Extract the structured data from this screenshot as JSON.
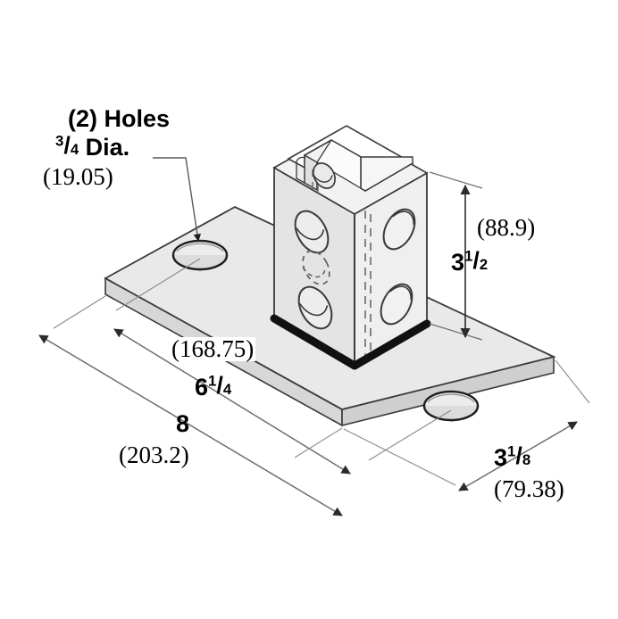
{
  "drawing": {
    "title": "Strut channel post base isometric dimension drawing",
    "background_color": "#ffffff",
    "line_color": "#3a3a3a",
    "fill_face_top": "#e9e9e9",
    "fill_face_left": "#e4e4e4",
    "fill_face_right": "#efefef",
    "weld_color": "#111111"
  },
  "annotations": {
    "hole_note": {
      "line1": "(2) Holes",
      "fraction_whole": "",
      "fraction_num": "3",
      "fraction_bar": "/",
      "fraction_den": "4",
      "line2_suffix": " Dia.",
      "metric": "(19.05)"
    },
    "height": {
      "metric": "(88.9)",
      "imperial_whole": "3",
      "imperial_num": "1",
      "imperial_bar": "/",
      "imperial_den": "2"
    },
    "hole_spacing": {
      "metric": "(168.75)",
      "imperial_whole": "6",
      "imperial_num": "1",
      "imperial_bar": "/",
      "imperial_den": "4"
    },
    "length": {
      "imperial": "8",
      "metric": "(203.2)"
    },
    "width": {
      "imperial_whole": "3",
      "imperial_num": "1",
      "imperial_bar": "/",
      "imperial_den": "8",
      "metric": "(79.38)"
    }
  },
  "parts": {
    "base_plate": "base-plate",
    "channel_post": "channel-post",
    "weld_seam": "weld-seam",
    "plate_hole_left": "plate-hole-left",
    "plate_hole_right": "plate-hole-right",
    "channel_holes_left_face": 2,
    "channel_holes_right_face": 2,
    "channel_hidden_hole": 1
  }
}
